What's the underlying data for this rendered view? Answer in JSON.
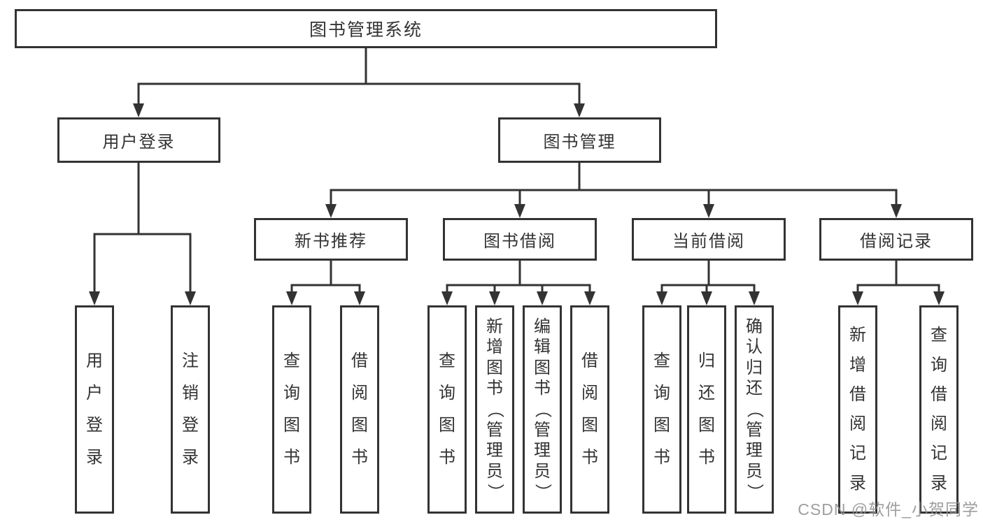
{
  "diagram": {
    "type": "hierarchy-tree",
    "watermark": "CSDN @软件_小贺同学",
    "colors": {
      "line": "#333333",
      "box_border": "#333333",
      "text": "#333333",
      "background": "#ffffff",
      "watermark": "#919191"
    },
    "root": {
      "label": "图书管理系统"
    },
    "level1": [
      {
        "label": "用户登录",
        "children": [
          "用户登录",
          "注销登录"
        ]
      },
      {
        "label": "图书管理",
        "children": [
          "新书推荐",
          "图书借阅",
          "当前借阅",
          "借阅记录"
        ]
      }
    ],
    "level2": [
      {
        "label": "新书推荐",
        "children": [
          "查询图书",
          "借阅图书"
        ]
      },
      {
        "label": "图书借阅",
        "children": [
          "查询图书",
          "新增图书（管理员）",
          "编辑图书（管理员）",
          "借阅图书"
        ]
      },
      {
        "label": "当前借阅",
        "children": [
          "查询图书",
          "归还图书",
          "确认归还（管理员）"
        ]
      },
      {
        "label": "借阅记录",
        "children": [
          "新增借阅记录",
          "查询借阅记录"
        ]
      }
    ]
  }
}
